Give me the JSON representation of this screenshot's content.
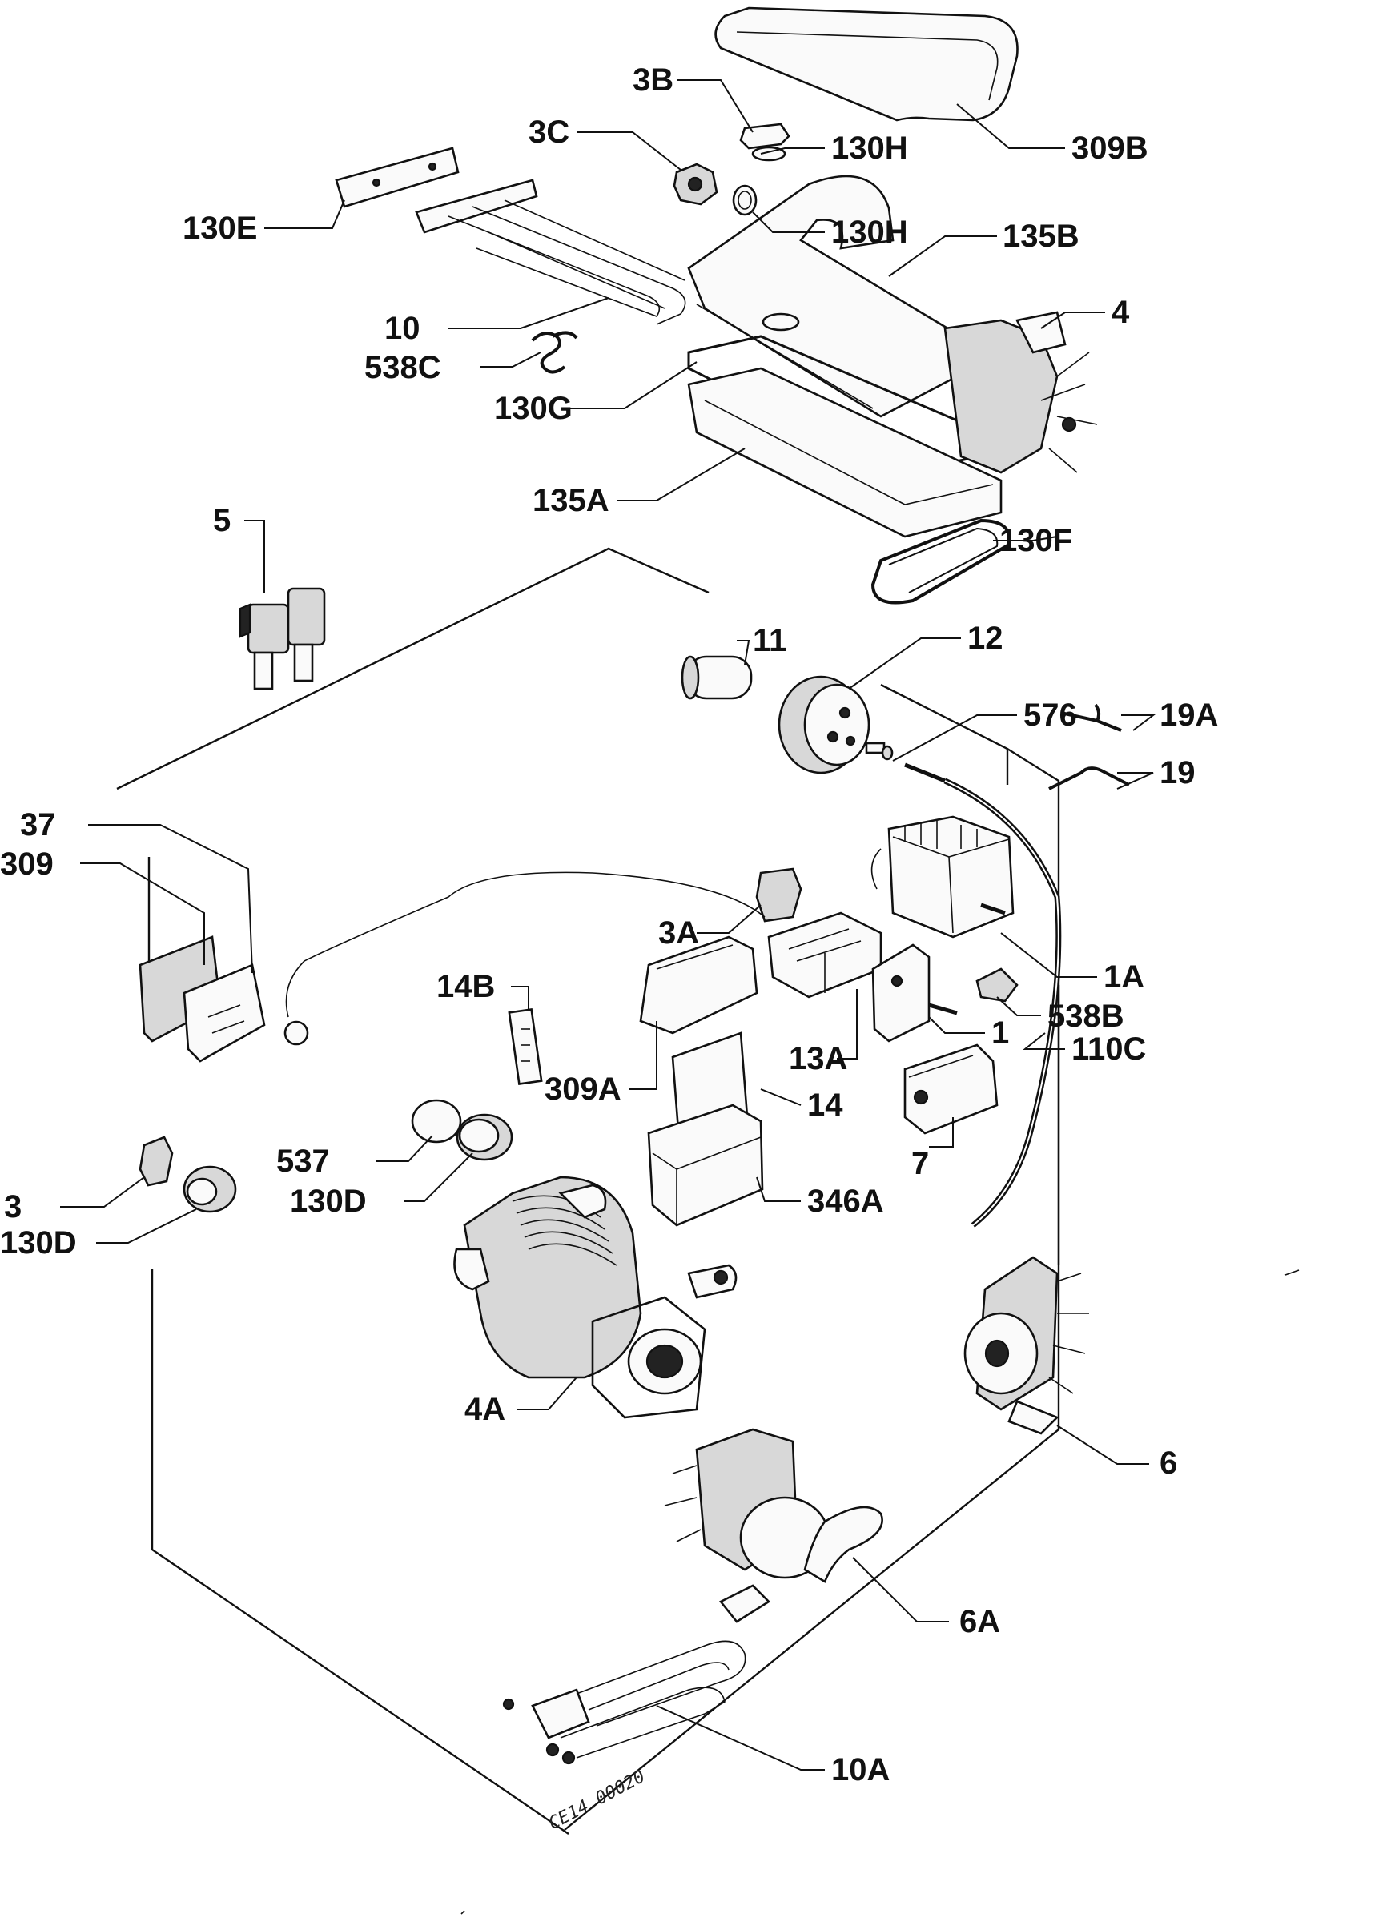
{
  "labels": {
    "l309b": "309B",
    "l3b": "3B",
    "l3c": "3C",
    "l130h_1": "130H",
    "l130h_2": "130H",
    "l130e": "130E",
    "l135b": "135B",
    "l10": "10",
    "l4": "4",
    "l538c": "538C",
    "l130g": "130G",
    "l135a": "135A",
    "l130f": "130F",
    "l5": "5",
    "l11": "11",
    "l12": "12",
    "l576": "576",
    "l19a": "19A",
    "l19": "19",
    "l37": "37",
    "l309": "309",
    "l3a": "3A",
    "l1a": "1A",
    "l14b": "14B",
    "l538b": "538B",
    "l1": "1",
    "l110c": "110C",
    "l13a": "13A",
    "l309a": "309A",
    "l14": "14",
    "l7": "7",
    "l537": "537",
    "l130d_1": "130D",
    "l3": "3",
    "l130d_2": "130D",
    "l346a": "346A",
    "l4a": "4A",
    "l6": "6",
    "l6a": "6A",
    "l10a": "10A"
  },
  "drawing_code": "CE14.00020",
  "colors": {
    "ink": "#111111",
    "paper": "#ffffff",
    "shade": "#d8d8d8"
  }
}
